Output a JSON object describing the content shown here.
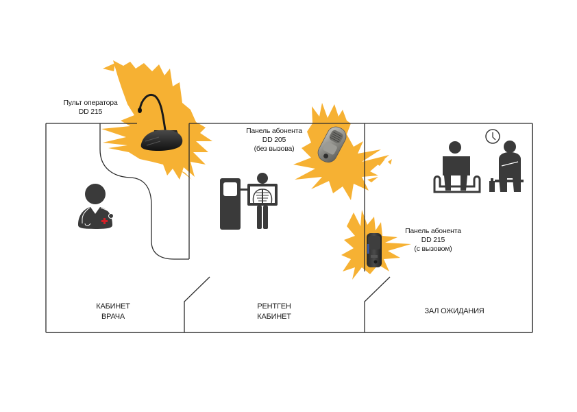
{
  "diagram": {
    "colors": {
      "wall": "#2b2b2b",
      "splash": "#f6b133",
      "icon": "#3a3a3a",
      "cross": "#d42027",
      "device_dark": "#2a2a2a",
      "device_gray": "#8a8a86"
    },
    "rooms": [
      {
        "id": "doctor",
        "label_lines": [
          "КАБИНЕТ",
          "ВРАЧА"
        ],
        "icon": "doctor-icon"
      },
      {
        "id": "xray",
        "label_lines": [
          "РЕНТГЕН",
          "КАБИНЕТ"
        ],
        "icon": "xray-icon"
      },
      {
        "id": "waiting",
        "label_lines": [
          "ЗАЛ ОЖИДАНИЯ"
        ],
        "icon": "waiting-people-icon"
      }
    ],
    "devices": [
      {
        "id": "operator-console",
        "label_lines": [
          "Пульт оператора",
          "DD 215"
        ],
        "icon": "desk-microphone-icon"
      },
      {
        "id": "panel-dd205",
        "label_lines": [
          "Панель абонента",
          "DD 205",
          "(без вызова)"
        ],
        "icon": "intercom-panel-icon"
      },
      {
        "id": "panel-dd215",
        "label_lines": [
          "Панель абонента",
          "DD 215",
          "(с вызовом)"
        ],
        "icon": "call-panel-icon"
      }
    ]
  }
}
